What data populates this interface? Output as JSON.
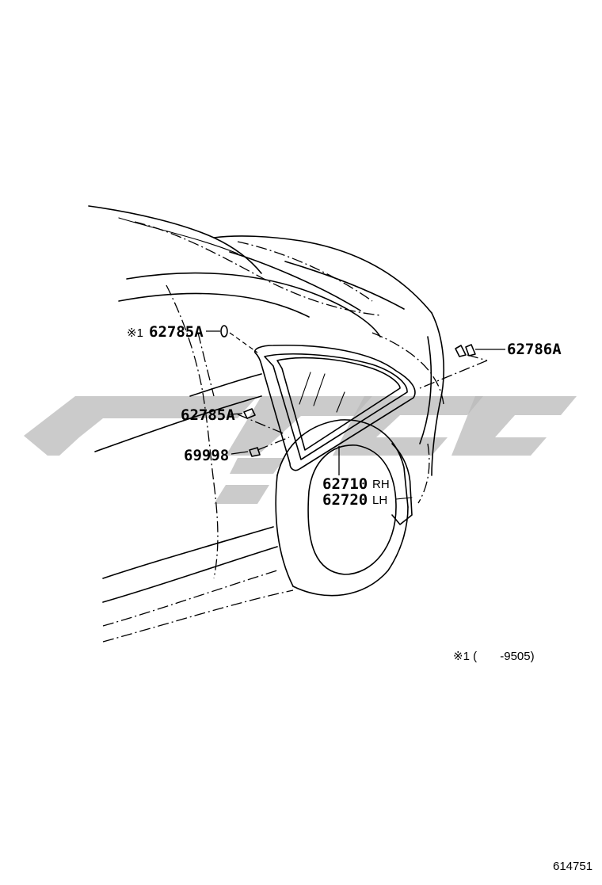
{
  "diagram": {
    "figure_number": "614751",
    "note": "※1 (       -9505)",
    "parts": [
      {
        "id": "p-62785a-top",
        "prefix": "※1",
        "label": "62785A"
      },
      {
        "id": "p-62786a",
        "prefix": "",
        "label": "62786A"
      },
      {
        "id": "p-62785a-mid",
        "prefix": "",
        "label": "62785A"
      },
      {
        "id": "p-69998",
        "prefix": "",
        "label": "69998"
      },
      {
        "id": "p-62710",
        "prefix": "",
        "label": "62710",
        "suffix": "RH"
      },
      {
        "id": "p-62720",
        "prefix": "",
        "label": "62720",
        "suffix": "LH"
      }
    ]
  }
}
